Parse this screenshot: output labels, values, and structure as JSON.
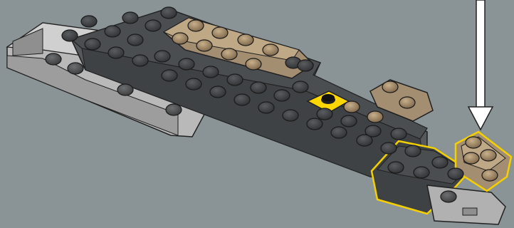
{
  "scene": {
    "description_free": true,
    "colors": {
      "background": "#8a9496",
      "dark_gray": "#5a5d60",
      "dark_gray_top": "#4b4e51",
      "light_gray": "#b8b9b8",
      "light_gray_top": "#cfd0cf",
      "tan": "#a48e72",
      "tan_top": "#bfa886",
      "yellow": "#ffd700",
      "highlight_outline": "#f5d000",
      "arrow": "#ffffff",
      "stud_dark": "#3a3c3e",
      "stud_tan": "#8c7356",
      "stud_light": "#9b9c9b"
    },
    "callout": {
      "type": "arrow-down",
      "icon": "down-arrow-icon"
    },
    "highlighted_parts": [
      "highlighted-dark-plate",
      "highlighted-tan-wedge"
    ]
  }
}
